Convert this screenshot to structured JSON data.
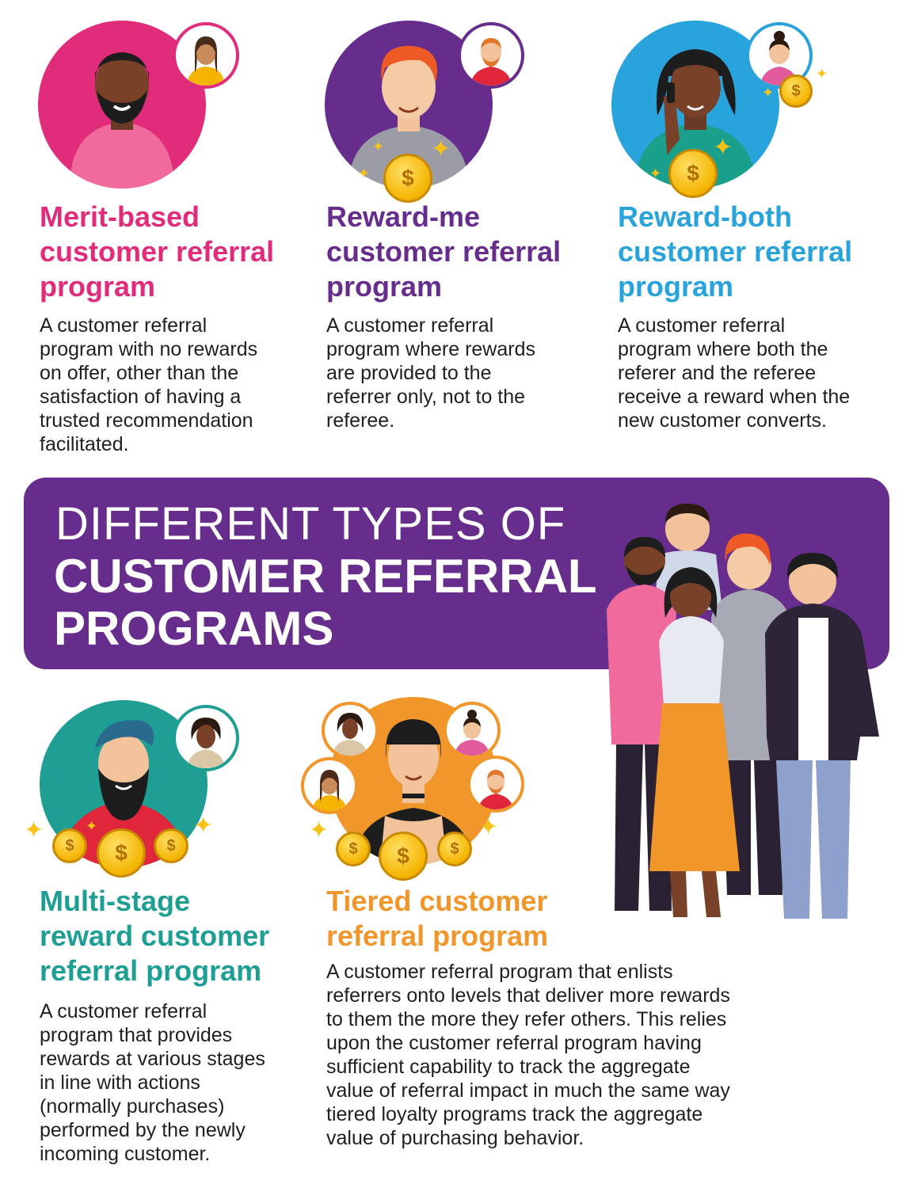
{
  "header": {
    "line1": "DIFFERENT TYPES OF",
    "line2": "CUSTOMER REFERRAL",
    "line3": "PROGRAMS"
  },
  "programs": [
    {
      "title_l1": "Merit-based",
      "title_l2": "customer referral",
      "title_l3": "program",
      "desc": [
        "A customer referral",
        "program with no rewards",
        "on offer, other than the",
        "satisfaction of having a",
        "trusted recommendation",
        "facilitated."
      ],
      "color": "#e02c7a"
    },
    {
      "title_l1": "Reward-me",
      "title_l2": "customer referral",
      "title_l3": "program",
      "desc": [
        "A customer referral",
        "program where rewards",
        "are provided to the",
        "referrer only, not to the",
        "referee."
      ],
      "color": "#662d8c"
    },
    {
      "title_l1": "Reward-both",
      "title_l2": "customer referral",
      "title_l3": "program",
      "desc": [
        "A customer referral",
        "program where both the",
        "referer and the referee",
        "receive a reward when the",
        "new customer converts."
      ],
      "color": "#29a3dc"
    },
    {
      "title_l1": "Multi-stage",
      "title_l2": "reward customer",
      "title_l3": "referral program",
      "desc": [
        "A customer referral",
        "program that provides",
        "rewards at various stages",
        "in line with actions",
        "(normally purchases)",
        "performed by the newly",
        "incoming customer."
      ],
      "color": "#1f9e94"
    },
    {
      "title_l1": "Tiered customer",
      "title_l2": "referral program",
      "desc": [
        "A customer referral program that enlists",
        "referrers onto levels that deliver more rewards",
        "to them the more they refer others. This relies",
        "upon the customer referral program having",
        "sufficient capability to track the aggregate",
        "value of referral impact in much the same way",
        "tiered loyalty programs track the aggregate",
        "value of purchasing behavior."
      ],
      "color": "#f0962a"
    }
  ],
  "coin_symbol": "$",
  "icons": [
    "person-avatar-icon",
    "coin-icon",
    "sparkle-icon",
    "group-of-people-illustration"
  ]
}
